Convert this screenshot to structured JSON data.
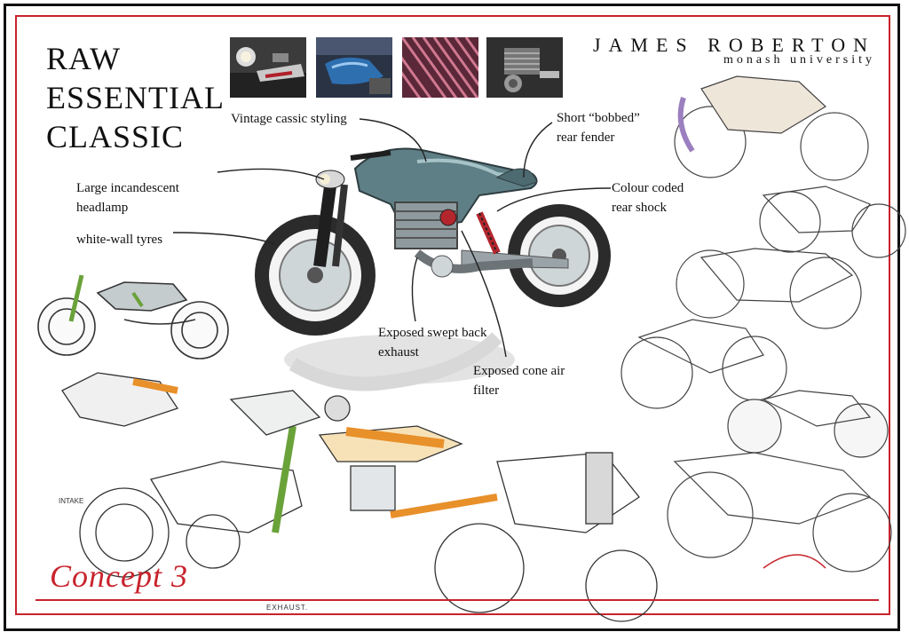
{
  "title": {
    "line1": "RAW",
    "line2": "ESSENTIAL",
    "line3": "CLASSIC"
  },
  "designer": {
    "name": "JAMES ROBERTON",
    "school": "monash university"
  },
  "callouts": {
    "vintage": "Vintage cassic styling",
    "fender": [
      "Short “bobbed”",
      "rear fender"
    ],
    "headlamp": [
      "Large incandescent",
      "headlamp"
    ],
    "shock": [
      "Colour coded",
      "rear shock"
    ],
    "tyres": "white-wall tyres",
    "exhaust": [
      "Exposed swept back",
      "exhaust"
    ],
    "airfilter": [
      "Exposed cone air",
      "filter"
    ]
  },
  "concept_label": "Concept 3",
  "sketch_notes": {
    "exhaust": "EXHAUST.",
    "intake": "INTAKE"
  },
  "colors": {
    "frame_red": "#c8232c",
    "frame_black": "#111111",
    "body_teal": "#5f7f86",
    "accent_orange": "#e8902a",
    "accent_green": "#6aa23a",
    "concept_red": "#c8232c"
  },
  "thumbnails": [
    {
      "name": "motorcycle-photo-headlamp"
    },
    {
      "name": "motorcycle-photo-tank"
    },
    {
      "name": "fabric-texture-photo"
    },
    {
      "name": "engine-photo"
    }
  ]
}
